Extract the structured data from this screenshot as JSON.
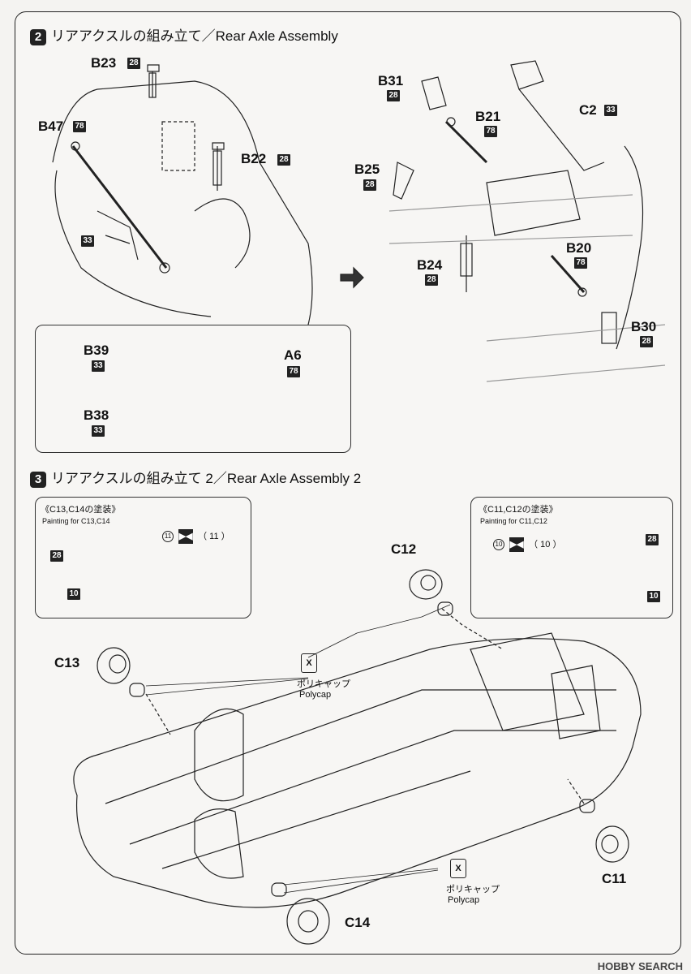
{
  "step2": {
    "number": "2",
    "title": "リアアクスルの組み立て／Rear Axle Assembly"
  },
  "step3": {
    "number": "3",
    "title": "リアアクスルの組み立て 2／Rear Axle Assembly 2"
  },
  "parts": {
    "b23": {
      "label": "B23",
      "color": "28"
    },
    "b47": {
      "label": "B47",
      "color": "78"
    },
    "b22": {
      "label": "B22",
      "color": "28"
    },
    "b47_rod": {
      "color": "33"
    },
    "b31": {
      "label": "B31",
      "color": "28"
    },
    "b21": {
      "label": "B21",
      "color": "78"
    },
    "c2": {
      "label": "C2",
      "color": "33"
    },
    "b25": {
      "label": "B25",
      "color": "28"
    },
    "b20": {
      "label": "B20",
      "color": "78"
    },
    "b24": {
      "label": "B24",
      "color": "28"
    },
    "b30": {
      "label": "B30",
      "color": "28"
    },
    "b39": {
      "label": "B39",
      "color": "33"
    },
    "a6": {
      "label": "A6",
      "color": "78"
    },
    "b38": {
      "label": "B38",
      "color": "33"
    },
    "c12": {
      "label": "C12"
    },
    "c13": {
      "label": "C13"
    },
    "c11": {
      "label": "C11"
    },
    "c14": {
      "label": "C14"
    }
  },
  "paint_left": {
    "title": "《C13,C14の塗装》",
    "subtitle": "Painting for C13,C14",
    "disc_color": "28",
    "hub_color": "10",
    "caliper_code": "11",
    "caliper_code_paren": "（ 11 ）"
  },
  "paint_right": {
    "title": "《C11,C12の塗装》",
    "subtitle": "Painting for C11,C12",
    "disc_color": "28",
    "hub_color": "10",
    "caliper_code": "10",
    "caliper_code_paren": "（ 10 ）"
  },
  "polycap": {
    "jp": "ポリキャップ",
    "en": "Polycap",
    "icon_letter": "X"
  },
  "watermark": "HOBBY SEARCH"
}
